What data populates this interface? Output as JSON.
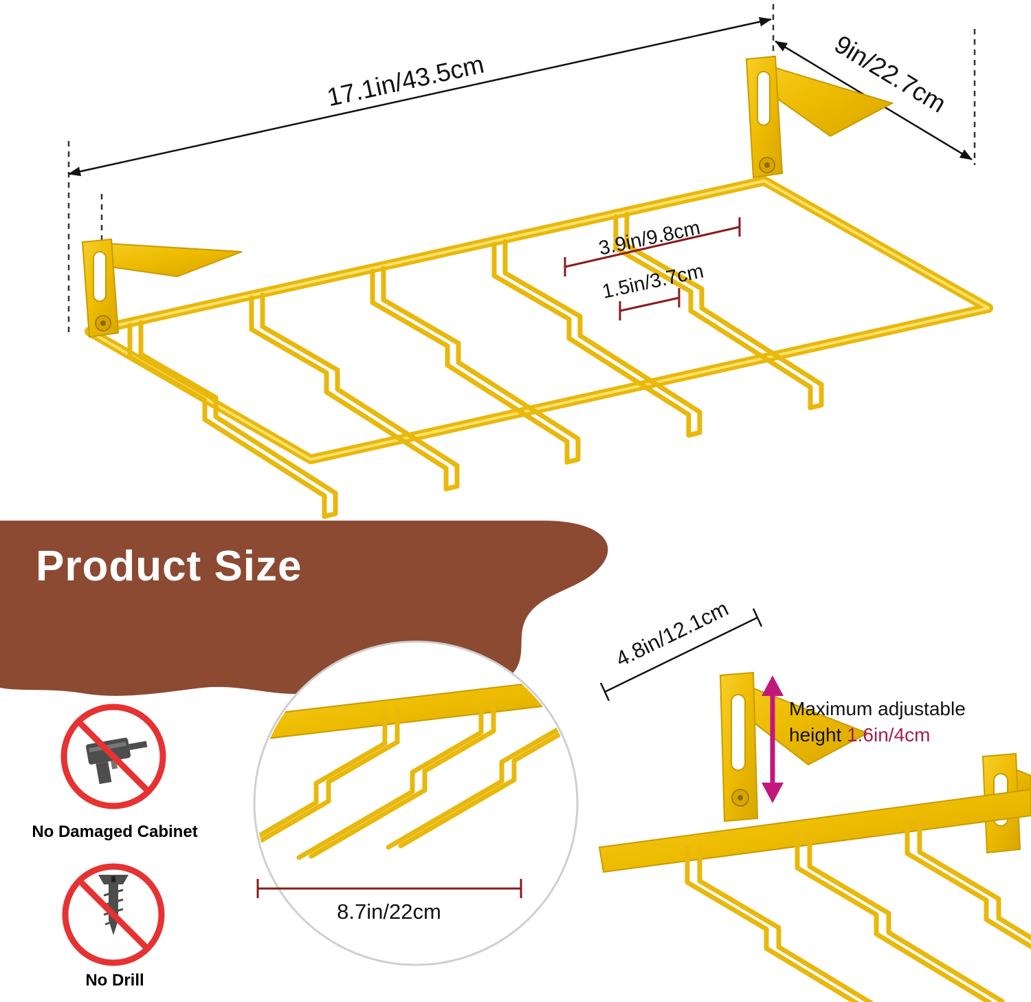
{
  "title": "Product Size",
  "colors": {
    "gold": "#EDBB00",
    "gold_light": "#F7CF2A",
    "gold_dark": "#C89B00",
    "brown_blob": "#8C4A32",
    "dimension_red": "#8B1A1A",
    "magenta_arrow": "#C2187E",
    "prohibition_red": "#E63232",
    "accent_text": "#A21E4D"
  },
  "dimensions": {
    "length": "17.1in/43.5cm",
    "depth": "9in/22.7cm",
    "slot_spacing": "3.9in/9.8cm",
    "slot_width": "1.5in/3.7cm",
    "rail_length": "8.7in/22cm",
    "bracket_depth": "4.8in/12.1cm"
  },
  "max_height": {
    "prefix": "Maximum adjustable height",
    "value": "1.6in/4cm"
  },
  "features": [
    {
      "icon": "no-drill-machine-icon",
      "label": "No Damaged Cabinet"
    },
    {
      "icon": "no-screw-icon",
      "label": "No Drill"
    }
  ]
}
